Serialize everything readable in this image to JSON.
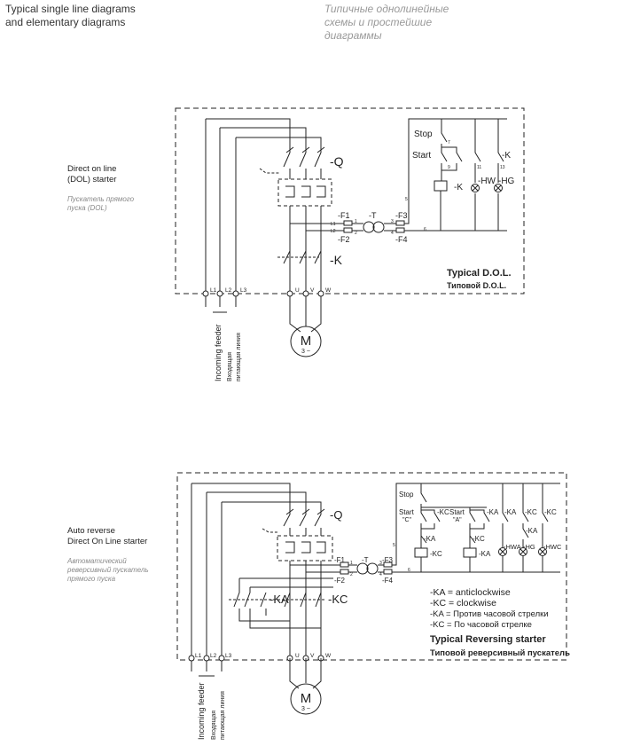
{
  "header": {
    "title_en_line1": "Typical single line diagrams",
    "title_en_line2": "and elementary diagrams",
    "title_ru_line1": "Типичные однолинейные",
    "title_ru_line2": "схемы и простейшие",
    "title_ru_line3": "диаграммы"
  },
  "dol": {
    "side_en_line1": "Direct on line",
    "side_en_line2": "(DOL) starter",
    "side_ru_line1": "Пускатель прямого",
    "side_ru_line2": "пуска (DOL)",
    "caption_en": "Typical D.O.L.",
    "caption_ru": "Типовой D.O.L.",
    "labels": {
      "q": "-Q",
      "k": "-K",
      "f1": "-F1",
      "f2": "-F2",
      "f3": "-F3",
      "f4": "-F4",
      "t": "-T",
      "stop": "Stop",
      "start": "Start",
      "k_contact": "-K",
      "k_coil": "-K",
      "hw": "-HW",
      "hg": "-HG",
      "l1": "L1",
      "l2": "L2",
      "l3": "L3",
      "u": "U",
      "v": "V",
      "w": "W",
      "motor": "M",
      "motor_sub": "3 ~",
      "feeder_en": "Incoming feeder",
      "feeder_ru1": "Входящая",
      "feeder_ru2": "питающая линия",
      "t1": "1",
      "t2": "2",
      "t3": "3",
      "t4": "4",
      "t5": "5",
      "t6": "6",
      "t7": "7",
      "t9": "9",
      "t11": "11",
      "t13": "13",
      "l14": "L1",
      "l24": "L2"
    }
  },
  "rev": {
    "side_en_line1": "Auto reverse",
    "side_en_line2": "Direct On Line starter",
    "side_ru_line1": "Автоматический",
    "side_ru_line2": "реверсивный пускатель",
    "side_ru_line3": "прямого пуска",
    "caption_en": "Typical Reversing starter",
    "caption_ru": "Типовой реверсивный пускатель",
    "legend": {
      "ka_en": "-KA = anticlockwise",
      "kc_en": "-KC = clockwise",
      "ka_ru": "-KA = Против часовой стрелки",
      "kc_ru": "-KC = По часовой стрелке"
    },
    "labels": {
      "q": "-Q",
      "ka": "-KA",
      "kc": "-KC",
      "f1": "-F1",
      "f2": "-F2",
      "f3": "-F3",
      "f4": "-F4",
      "t": "-T",
      "stop": "Stop",
      "start_c": "Start",
      "start_c_sub": "\"C\"",
      "start_a": "Start",
      "start_a_sub": "\"A\"",
      "kc_c1": "-KC",
      "ka_c1": "-KA",
      "ka_c2": "-KA",
      "kc_c2": "-KC",
      "kc_c3": "-KC",
      "ka_i1": "-KA",
      "kc_i1": "-KC",
      "ka_i2": "-KA",
      "kc_coil": "-KC",
      "ka_coil": "-KA",
      "hwa": "-HWA",
      "hg": "-HG",
      "hwc": "-HWC",
      "l1": "L1",
      "l2": "L2",
      "l3": "L3",
      "u": "U",
      "v": "V",
      "w": "W",
      "motor": "M",
      "motor_sub": "3 ~",
      "feeder_en": "Incoming feeder",
      "feeder_ru1": "Входящая",
      "feeder_ru2": "питающая линия",
      "t1": "1",
      "t2": "2",
      "t3": "3",
      "t4": "4",
      "t5": "5",
      "t6": "6"
    }
  },
  "colors": {
    "line": "#222222",
    "dash": "#333333",
    "sub_text": "#8a8a8a"
  }
}
